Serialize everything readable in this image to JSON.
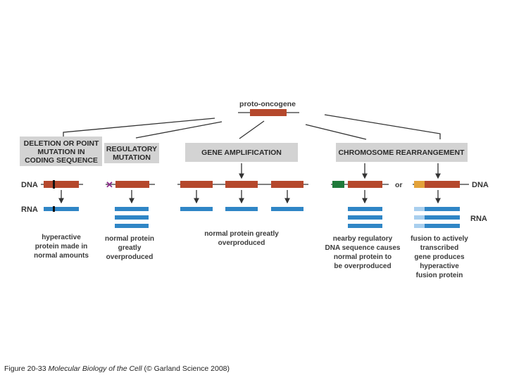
{
  "title": "proto-oncogene",
  "colors": {
    "gene": "#b5482c",
    "rna": "#2f86c6",
    "rna_light": "#a9cfee",
    "reg_green": "#1f7a3a",
    "fusion_orange": "#e3a23a",
    "mutation_mark": "#8e2d8e",
    "box_gray": "#d3d3d3",
    "line": "#333333"
  },
  "categories": [
    {
      "header": [
        "DELETION OR POINT",
        "MUTATION IN",
        "CODING SEQUENCE"
      ],
      "outcome": [
        "hyperactive",
        "protein made in",
        "normal amounts"
      ]
    },
    {
      "header": [
        "REGULATORY",
        "MUTATION"
      ],
      "outcome": [
        "normal protein",
        "greatly",
        "overproduced"
      ]
    },
    {
      "header": [
        "GENE AMPLIFICATION"
      ],
      "outcome": [
        "normal protein greatly",
        "overproduced"
      ]
    },
    {
      "header": [
        "CHROMOSOME REARRANGEMENT"
      ],
      "outcome_left": [
        "nearby regulatory",
        "DNA sequence causes",
        "normal protein to",
        "be overproduced"
      ],
      "or_label": "or",
      "outcome_right": [
        "fusion to actively",
        "transcribed",
        "gene produces",
        "hyperactive",
        "fusion protein"
      ]
    }
  ],
  "labels": {
    "dna": "DNA",
    "rna": "RNA",
    "dna_right": "DNA",
    "rna_right": "RNA"
  },
  "caption": {
    "prefix": "Figure 20-33",
    "title": "Molecular Biology of the Cell",
    "suffix": "(© Garland Science 2008)"
  }
}
